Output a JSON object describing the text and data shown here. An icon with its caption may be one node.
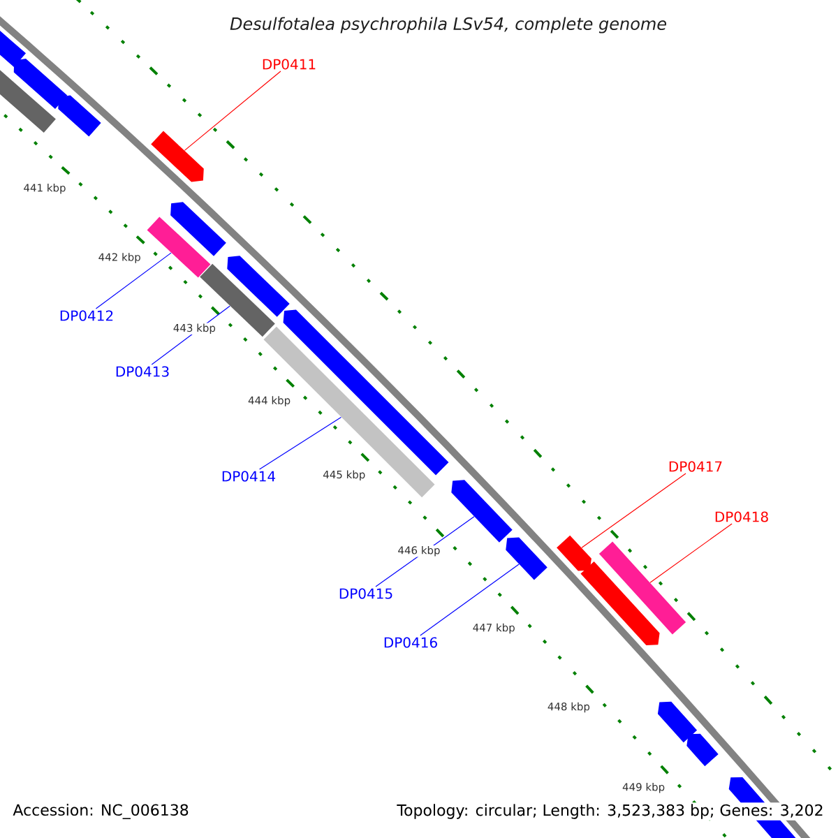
{
  "diagram": {
    "title": "Desulfotalea psychrophila LSv54, complete genome",
    "nodes": [
      {
        "text": [
          "DP0411"
        ]
      },
      {
        "text": [
          "DP0412"
        ]
      },
      {
        "text": [
          "DP0413"
        ]
      },
      {
        "text": [
          "DP0414"
        ]
      },
      {
        "text": [
          "DP0415"
        ]
      },
      {
        "text": [
          "DP0416"
        ]
      },
      {
        "text": [
          "DP0417"
        ]
      },
      {
        "text": [
          "DP0418"
        ]
      },
      {
        "text": [],
        "shape": "arrow"
      },
      {
        "text": [],
        "shape": "bar"
      },
      {
        "text": [],
        "shape": "bar"
      },
      {
        "text": [],
        "shape": "bar"
      },
      {
        "text": [],
        "shape": "arrow"
      },
      {
        "text": [],
        "shape": "arrow"
      },
      {
        "text": [],
        "shape": "arrow"
      },
      {
        "text": [],
        "shape": "bar"
      },
      {
        "text": [],
        "shape": "arrow"
      },
      {
        "text": [],
        "shape": "arrow"
      },
      {
        "text": [],
        "shape": "arrow"
      },
      {
        "text": [],
        "shape": "bar"
      },
      {
        "text": [],
        "shape": "arrow"
      },
      {
        "text": [],
        "shape": "arrow"
      },
      {
        "text": [],
        "shape": "arrow"
      },
      {
        "text": [],
        "shape": "arrow"
      },
      {
        "text": [],
        "shape": "arrow"
      },
      {
        "text": [],
        "shape": "arrow"
      },
      {
        "text": [],
        "shape": "arrow"
      }
    ],
    "edges": [
      {
        "from": 0,
        "to": 8,
        "arrow": "none",
        "color": "#ff0000"
      },
      {
        "from": 1,
        "to": 9,
        "arrow": "none"
      },
      {
        "from": 2,
        "to": 10,
        "arrow": "none"
      },
      {
        "from": 3,
        "to": 11,
        "arrow": "none"
      },
      {
        "from": 4,
        "to": 12,
        "arrow": "none"
      },
      {
        "from": 5,
        "to": 13,
        "arrow": "none"
      },
      {
        "from": 6,
        "to": 14,
        "arrow": "none",
        "color": "#ff0000"
      },
      {
        "from": 7,
        "to": 15,
        "arrow": "none",
        "color": "#ff0000"
      }
    ],
    "labels": [
      "441 kbp",
      "442 kbp",
      "443 kbp",
      "444 kbp",
      "445 kbp",
      "446 kbp",
      "447 kbp",
      "448 kbp",
      "449 kbp",
      "Accession: NC_006138",
      "Topology: circular; Length: 3,523,383 bp; Genes: 3,202"
    ]
  }
}
